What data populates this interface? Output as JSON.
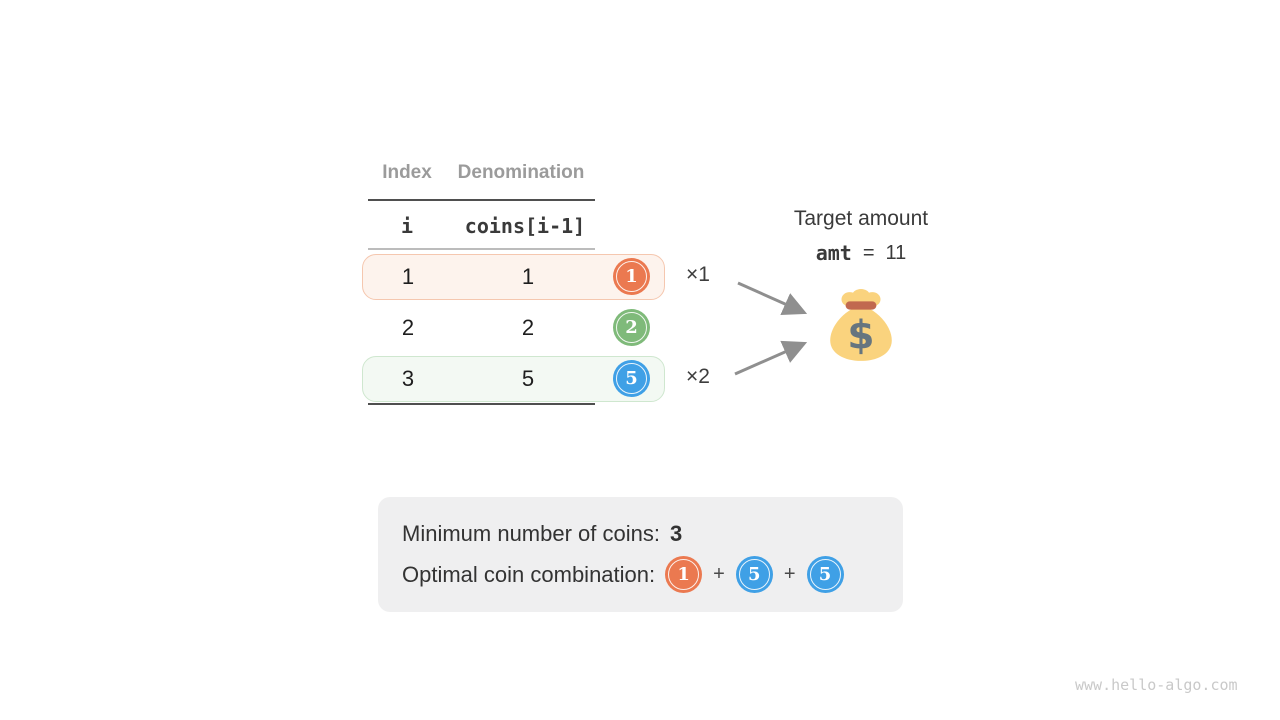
{
  "table": {
    "headers": {
      "index": "Index",
      "denomination": "Denomination"
    },
    "subheaders": {
      "index": "i",
      "denomination": "coins[i-1]"
    },
    "rows": [
      {
        "index": "1",
        "denomination": "1",
        "coin": "1",
        "highlight": "orange"
      },
      {
        "index": "2",
        "denomination": "2",
        "coin": "2",
        "highlight": "none"
      },
      {
        "index": "3",
        "denomination": "5",
        "coin": "5",
        "highlight": "green"
      }
    ]
  },
  "annotations": {
    "times_row1": "×1",
    "times_row3": "×2"
  },
  "target": {
    "label": "Target amount",
    "variable": "amt",
    "equals": "=",
    "value": "11"
  },
  "summary": {
    "min_label": "Minimum number of coins:",
    "min_value": "3",
    "combo_label": "Optimal coin combination:",
    "combo_coins": [
      "1",
      "5",
      "5"
    ],
    "plus": "+"
  },
  "watermark": "www.hello-algo.com",
  "colors": {
    "coin_orange": "#EB7950",
    "coin_green": "#7FBA7A",
    "coin_blue": "#3FA0E6",
    "row_highlight_orange_bg": "#FDF3ED",
    "row_highlight_orange_border": "#F5C7AF",
    "row_highlight_green_bg": "#F3F9F3",
    "row_highlight_green_border": "#CFE7CF",
    "summary_bg": "#EFEFF0",
    "arrow": "#8F8F8F",
    "moneybag_body": "#FAD37E",
    "moneybag_band": "#C1694F",
    "moneybag_dollar": "#66757F"
  }
}
